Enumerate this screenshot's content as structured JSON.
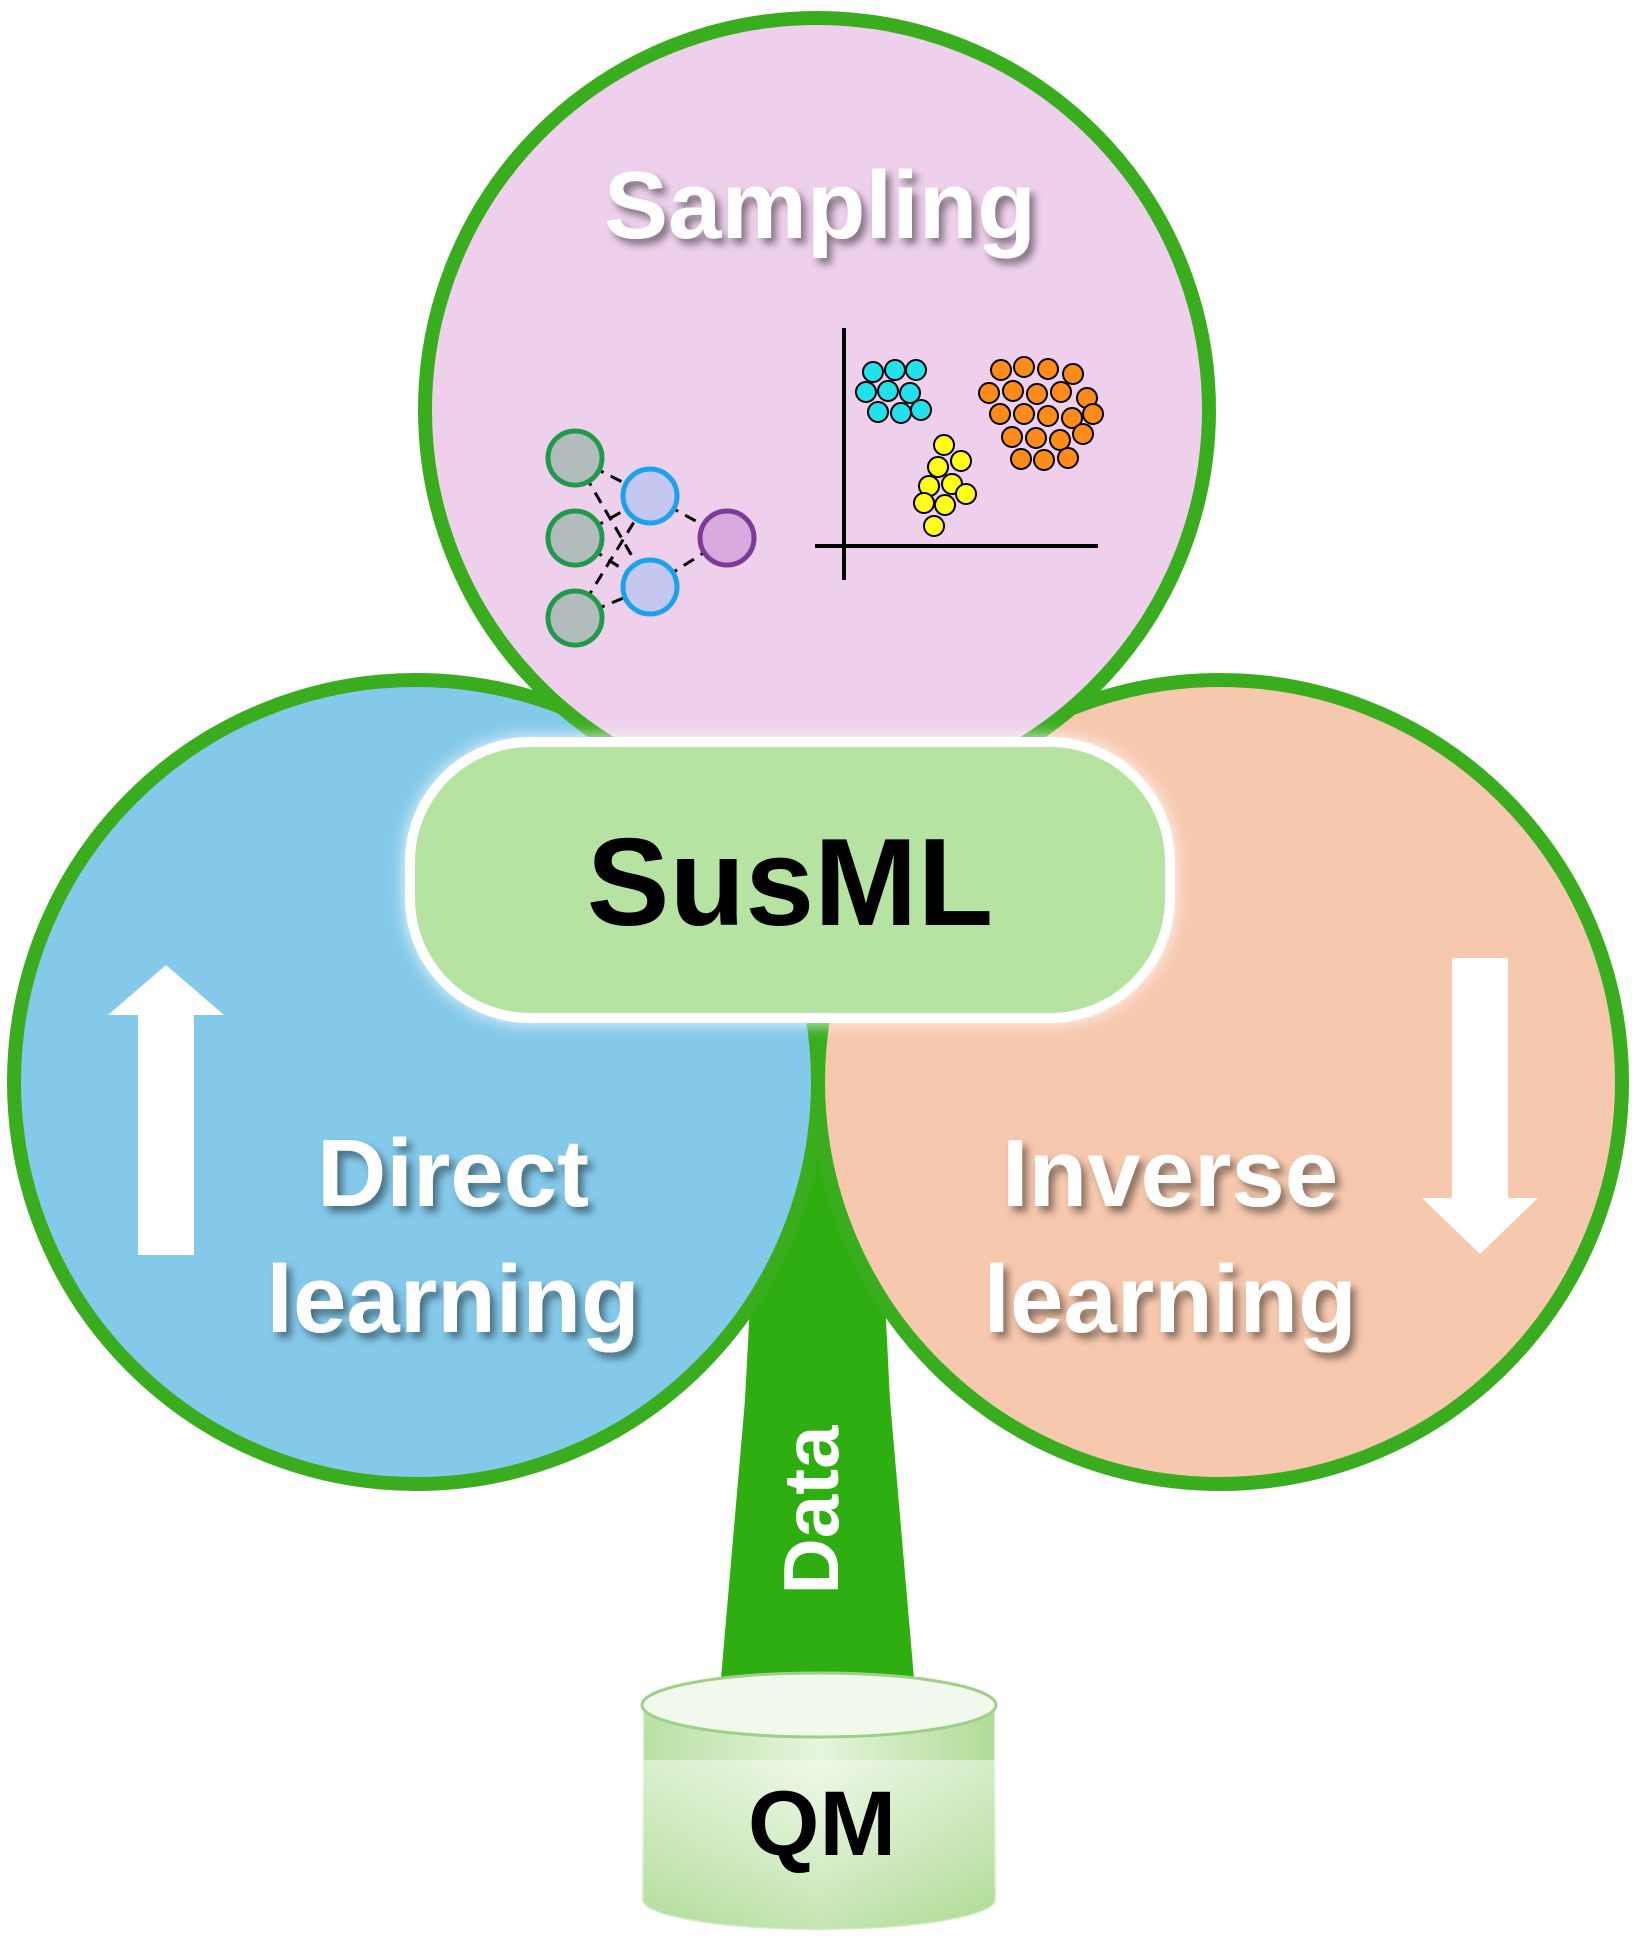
{
  "title": "SusML",
  "lobes": {
    "sampling": {
      "label": "Sampling",
      "color": "#eed0ec"
    },
    "direct": {
      "line1": "Direct",
      "line2": "learning",
      "color": "#84c9ea"
    },
    "inverse": {
      "line1": "Inverse",
      "line2": "learning",
      "color": "#f6c8ae"
    }
  },
  "stem_label": "Data",
  "database_label": "QM",
  "colors": {
    "outline_green": "#3aad1f",
    "stem_green": "#2fae12",
    "center_pill": "#b6e3a2",
    "nn_input_node": "#b3bcbc",
    "nn_input_stroke": "#1f9a4a",
    "nn_hidden_node": "#c4c7ef",
    "nn_hidden_stroke": "#1aa3e8",
    "nn_output_node": "#d9a8dc",
    "nn_output_stroke": "#7d3a99",
    "cluster_cyan": "#22e1ea",
    "cluster_yellow": "#ffff1a",
    "cluster_orange": "#ff8c1a"
  },
  "icons": {
    "sampling": [
      "neural-network-icon",
      "scatter-clusters-icon"
    ],
    "direct": "up-arrow-icon",
    "inverse": "down-arrow-icon",
    "database": "database-cylinder-icon"
  }
}
